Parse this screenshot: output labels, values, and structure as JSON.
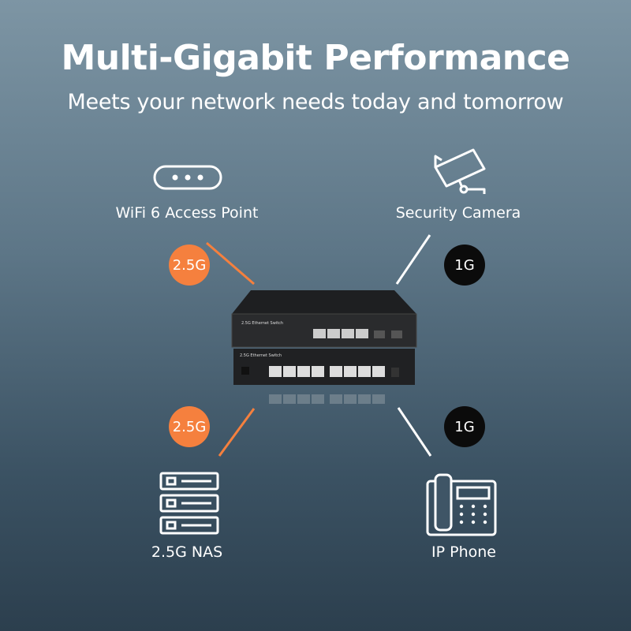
{
  "header": {
    "title": "Multi-Gigabit Performance",
    "subtitle": "Meets your network needs today and tomorrow"
  },
  "devices": [
    {
      "label": "WiFi 6 Access Point",
      "icon": "access-point-icon",
      "speed": "2.5G",
      "speed_color": "#f5803e"
    },
    {
      "label": "Security Camera",
      "icon": "security-camera-icon",
      "speed": "1G",
      "speed_color": "#0b0b0b"
    },
    {
      "label": "2.5G NAS",
      "icon": "nas-icon",
      "speed": "2.5G",
      "speed_color": "#f5803e"
    },
    {
      "label": "IP Phone",
      "icon": "ip-phone-icon",
      "speed": "1G",
      "speed_color": "#0b0b0b"
    }
  ],
  "switch": {
    "top_label": "2.5G Ethernet Switch",
    "bottom_label": "2.5G Ethernet Switch",
    "top_ports": [
      "1",
      "2",
      "3",
      "4"
    ],
    "bottom_ports": [
      "1",
      "2",
      "3",
      "4",
      "5",
      "6",
      "7",
      "8"
    ]
  }
}
